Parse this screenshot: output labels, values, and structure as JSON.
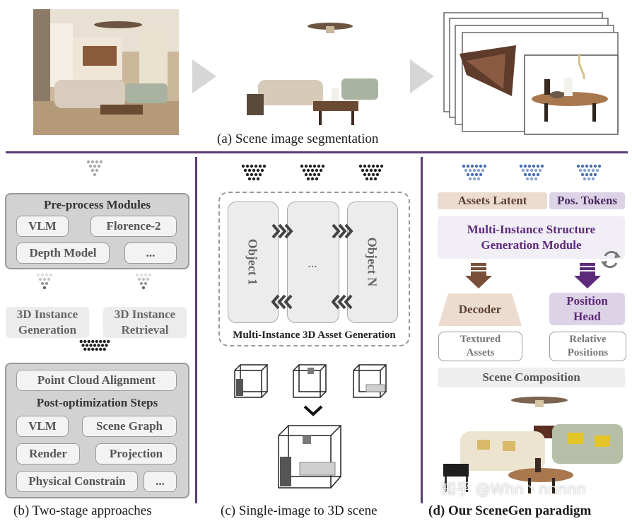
{
  "panel_a": {
    "caption": "(a) Scene image segmentation"
  },
  "panel_b": {
    "caption": "(b) Two-stage approaches",
    "preprocess_title": "Pre-process Modules",
    "vlm": "VLM",
    "florence": "Florence-2",
    "depth": "Depth Model",
    "ellipsis": "...",
    "gen_label": "3D Instance\nGeneration",
    "gen_l1": "3D Instance",
    "gen_l2": "Generation",
    "ret_l1": "3D Instance",
    "ret_l2": "Retrieval",
    "pc_align": "Point Cloud Alignment",
    "postopt_title": "Post-optimization Steps",
    "vlm2": "VLM",
    "scene_graph": "Scene Graph",
    "render": "Render",
    "projection": "Projection",
    "physical": "Physical Constrain",
    "ellipsis2": "..."
  },
  "panel_c": {
    "caption": "(c) Single-image to 3D scene",
    "object1": "Object 1",
    "dots": "...",
    "objectN": "Object N",
    "module_label": "Multi-Instance 3D Asset Generation"
  },
  "panel_d": {
    "caption": "(d) Our SceneGen paradigm",
    "assets_latent": "Assets Latent",
    "pos_tokens": "Pos. Tokens",
    "module_l1": "Multi-Instance Structure",
    "module_l2": "Generation Module",
    "decoder": "Decoder",
    "position_l1": "Position",
    "position_l2": "Head",
    "textured_l1": "Textured",
    "textured_l2": "Assets",
    "relative_l1": "Relative",
    "relative_l2": "Positions",
    "scene_comp": "Scene Composition",
    "colors": {
      "latent_bg": "#ecdccf",
      "pos_bg": "#ddd3e6",
      "module_bg": "#f1eef6",
      "decoder_bg": "#ecdccf",
      "head_bg": "#ddd3e6",
      "brown": "#7a4f3a",
      "purple": "#5e2a7a"
    }
  },
  "watermark": "知乎 @Whn丶nnnnn",
  "colors": {
    "divider": "#5b3d73"
  }
}
